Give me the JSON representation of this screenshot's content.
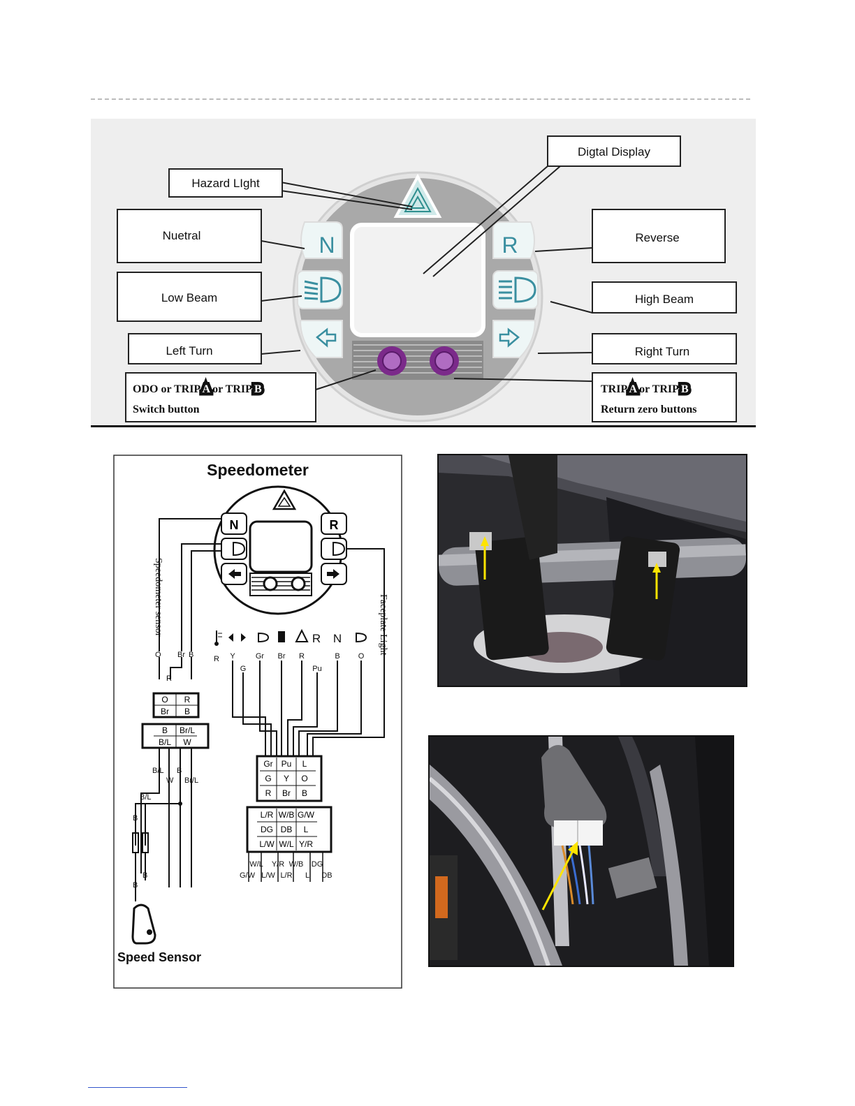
{
  "instrument_diagram": {
    "callouts": {
      "digital_display": "Digtal Display",
      "hazard_light": "Hazard LIght",
      "neutral": "Nuetral",
      "reverse": "Reverse",
      "low_beam": "Low Beam",
      "high_beam": "High Beam",
      "left_turn": "Left Turn",
      "right_turn": "Right Turn"
    },
    "switch_callout": {
      "line1_a": "ODO or TRIP",
      "trip_a": "A",
      "line1_b": "or TRIP",
      "trip_b": "B",
      "line2": "Switch button"
    },
    "reset_callout": {
      "line1_a": "TRIP",
      "trip_a": "A",
      "line1_b": "or TRIP",
      "trip_b": "B",
      "line2": "Return zero buttons"
    },
    "panel_letters": {
      "neutral": "N",
      "reverse": "R"
    }
  },
  "wiring_diagram": {
    "title": "Speedometer",
    "sensor_label": "Speedometer sensor",
    "faceplate_label": "Faceplate Light",
    "speed_sensor_label": "Speed Sensor",
    "panel_letters": {
      "neutral": "N",
      "reverse": "R"
    },
    "indicator_symbols": {
      "reverse": "R",
      "neutral": "N"
    },
    "indicator_wires": [
      "Y",
      "G",
      "Gr",
      "Br",
      "R",
      "Pu",
      "B",
      "O"
    ],
    "temp_wire": "R",
    "sensor_wires": {
      "o": "O",
      "br": "Br",
      "b": "B",
      "r": "R"
    },
    "connector_small_top": [
      [
        "O",
        "R"
      ],
      [
        "Br",
        "B"
      ]
    ],
    "connector_small_bottom": [
      [
        "B",
        "Br/L"
      ],
      [
        "B/L",
        "W"
      ]
    ],
    "harness_small": [
      "B/L",
      "B",
      "W",
      "Br/L",
      "B/L",
      "B",
      "B",
      "B"
    ],
    "connector_large_top": [
      [
        "Gr",
        "Pu",
        "L"
      ],
      [
        "G",
        "Y",
        "O"
      ],
      [
        "R",
        "Br",
        "B"
      ]
    ],
    "connector_large_bottom": [
      [
        "L/R",
        "W/B",
        "G/W"
      ],
      [
        "DG",
        "DB",
        "L"
      ],
      [
        "L/W",
        "W/L",
        "Y/R"
      ]
    ],
    "harness_large_row1": [
      "W/L",
      "Y/R",
      "W/B",
      "DG"
    ],
    "harness_large_row2": [
      "G/W",
      "L/W",
      "L/R",
      "L",
      "DB"
    ]
  }
}
